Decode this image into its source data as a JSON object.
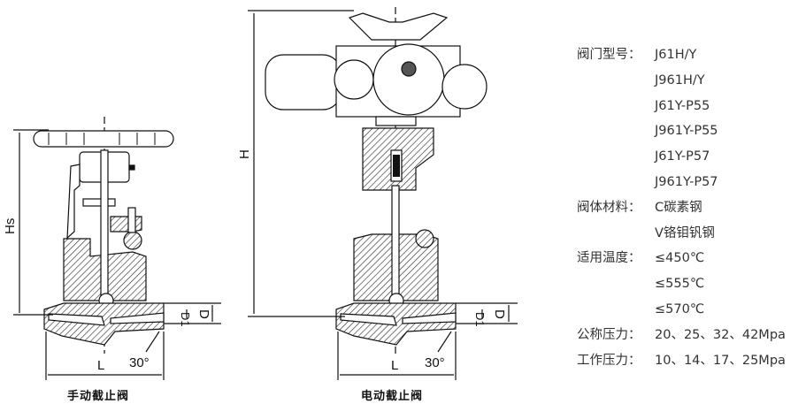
{
  "diagram": {
    "manual_valve": {
      "caption": "手动截止阀",
      "labels": {
        "height": "Hs",
        "inner_dia": "D1",
        "outer_dia": "D",
        "length": "L",
        "angle": "30°"
      }
    },
    "electric_valve": {
      "caption": "电动截止阀",
      "labels": {
        "height": "H",
        "inner_dia": "D1",
        "outer_dia": "D",
        "length": "L",
        "angle": "30°"
      }
    }
  },
  "specs": {
    "model": {
      "label": "阀门型号：",
      "values": [
        "J61H/Y",
        "J961H/Y",
        "J61Y-P55",
        "J961Y-P55",
        "J61Y-P57",
        "J961Y-P57"
      ]
    },
    "material": {
      "label": "阀体材料：",
      "values": [
        "C碳素钢",
        "V铬钼钒钢"
      ]
    },
    "temperature": {
      "label": "适用温度：",
      "values": [
        "≤450℃",
        "≤555℃",
        "≤570℃"
      ]
    },
    "nominal_pressure": {
      "label": "公称压力：",
      "values": [
        "20、25、32、42Mpa"
      ]
    },
    "working_pressure": {
      "label": "工作压力：",
      "values": [
        "10、14、17、25Mpa"
      ]
    }
  }
}
